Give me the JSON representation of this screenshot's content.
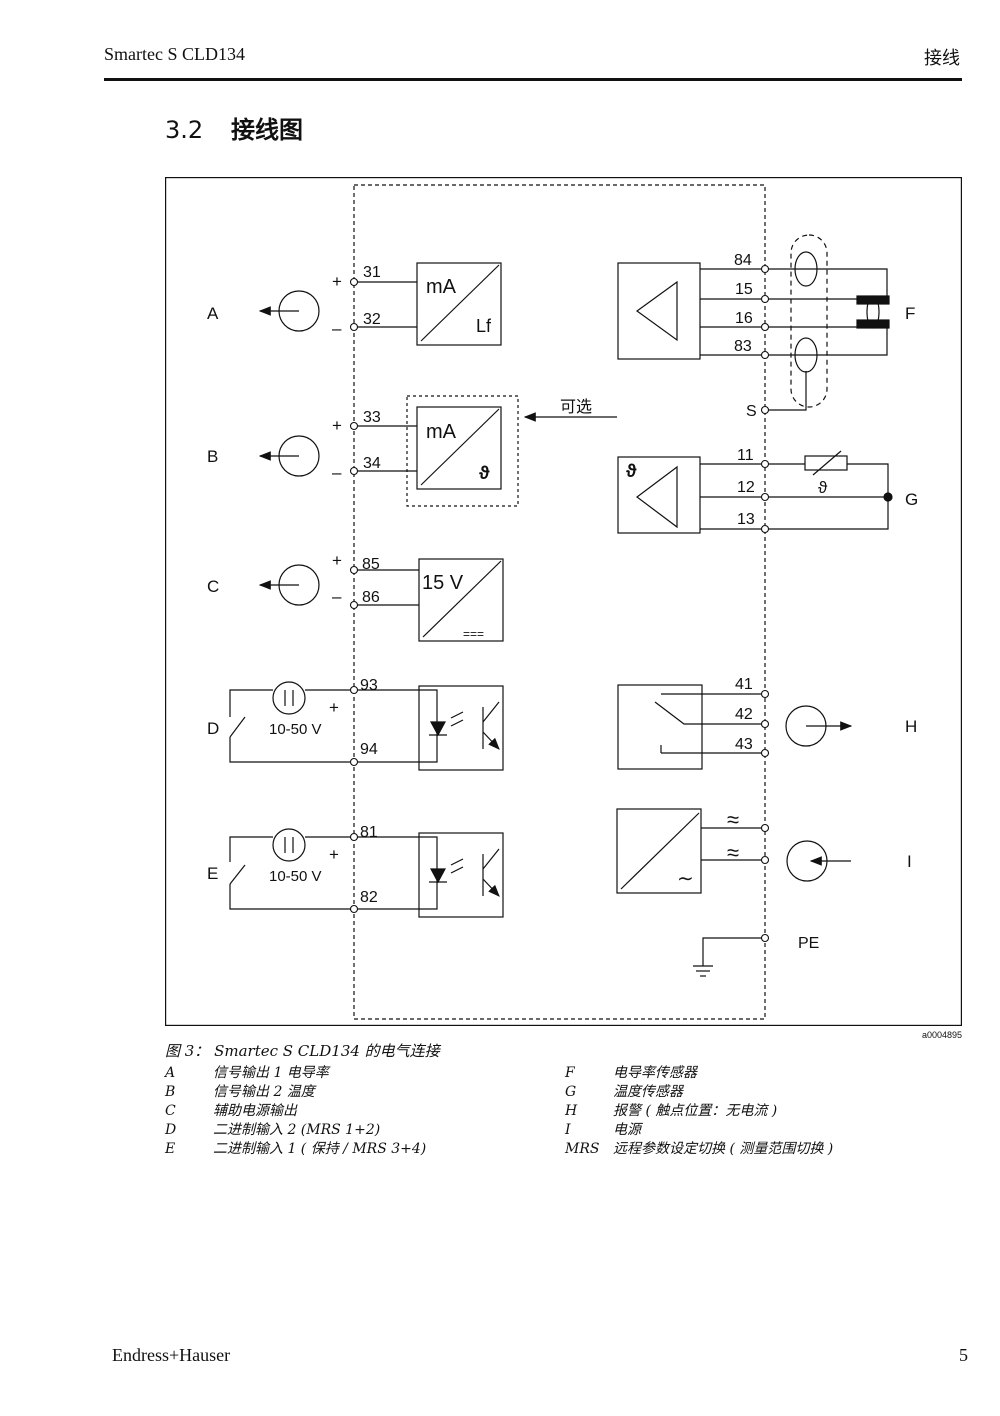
{
  "header": {
    "product": "Smartec S CLD134",
    "chapter": "接线"
  },
  "section": {
    "number": "3.2",
    "title": "接线图"
  },
  "figure": {
    "id": "a0004895",
    "caption": "图 3：  Smartec S CLD134 的电气连接",
    "side_labels": {
      "A": "A",
      "B": "B",
      "C": "C",
      "D": "D",
      "E": "E",
      "F": "F",
      "G": "G",
      "H": "H",
      "I": "I"
    },
    "terminals": {
      "t31": "31",
      "t32": "32",
      "t33": "33",
      "t34": "34",
      "t85": "85",
      "t86": "86",
      "t93": "93",
      "t94": "94",
      "t81": "81",
      "t82": "82",
      "t84": "84",
      "t15": "15",
      "t16": "16",
      "t83": "83",
      "tS": "S",
      "t11": "11",
      "t12": "12",
      "t13": "13",
      "t41": "41",
      "t42": "42",
      "t43": "43",
      "tPE": "PE"
    },
    "block_labels": {
      "mA1": "mA",
      "lf": "Lf",
      "mA2": "mA",
      "theta": "ϑ",
      "v15": "15 V",
      "dc": "===",
      "approx": "≈",
      "ac": "∼"
    },
    "optional_label": "可选",
    "voltage_D": "10-50 V",
    "voltage_E": "10-50 V",
    "plus": "+",
    "minus": "–"
  },
  "legend_left": [
    {
      "key": "A",
      "text": "信号输出 1 电导率"
    },
    {
      "key": "B",
      "text": "信号输出 2 温度"
    },
    {
      "key": "C",
      "text": "辅助电源输出"
    },
    {
      "key": "D",
      "text": "二进制输入 2 (MRS 1+2)"
    },
    {
      "key": "E",
      "text": "二进制输入 1 ( 保持 / MRS 3+4)"
    }
  ],
  "legend_right": [
    {
      "key": "F",
      "text": "电导率传感器"
    },
    {
      "key": "G",
      "text": "温度传感器"
    },
    {
      "key": "H",
      "text": "报警 ( 触点位置：无电流 )"
    },
    {
      "key": "I",
      "text": "电源"
    },
    {
      "key": "MRS",
      "text": "远程参数设定切换 ( 测量范围切换 )"
    }
  ],
  "footer": {
    "brand": "Endress+Hauser",
    "page": "5"
  }
}
